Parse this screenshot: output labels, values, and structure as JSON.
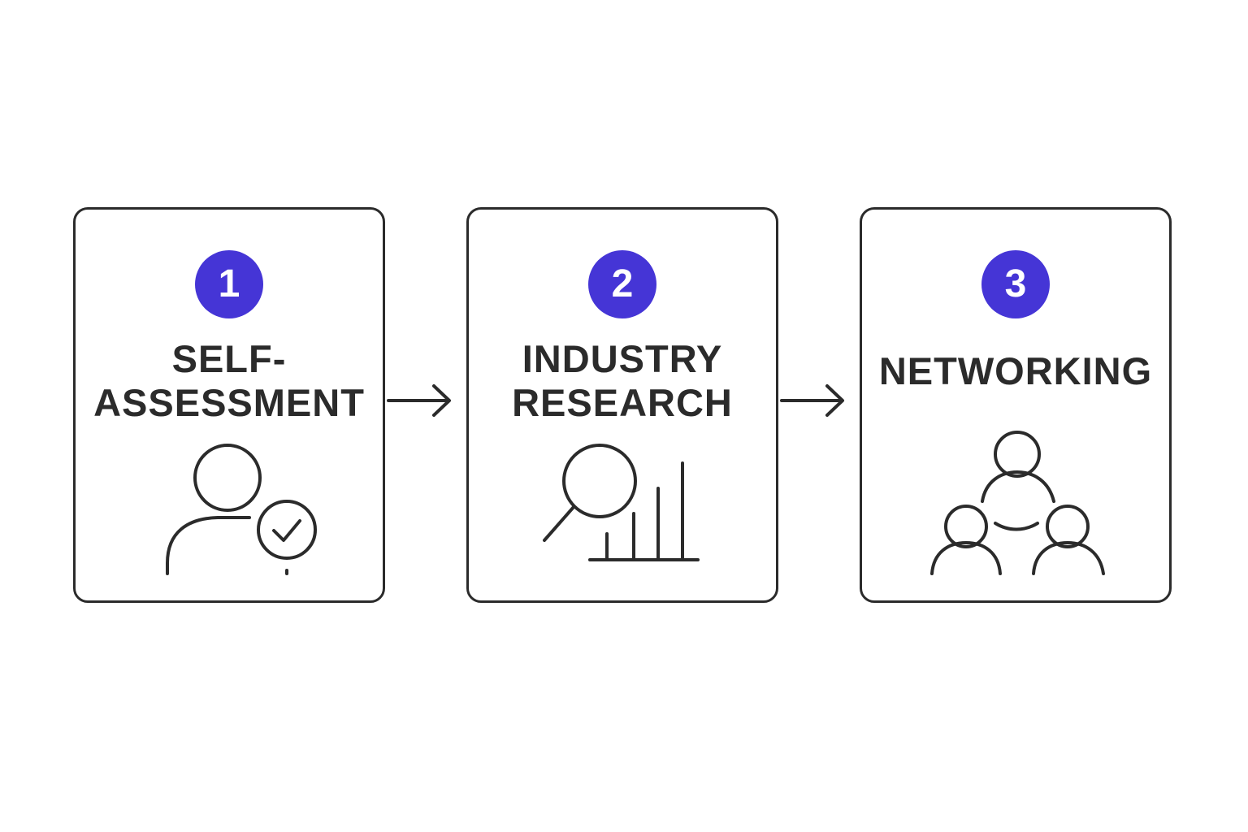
{
  "colors": {
    "badge": "#4535d6",
    "stroke": "#2b2b2b",
    "background": "#ffffff"
  },
  "steps": [
    {
      "number": "1",
      "title_lines": [
        "SELF-",
        "ASSESSMENT"
      ],
      "icon": "person-check-icon"
    },
    {
      "number": "2",
      "title_lines": [
        "INDUSTRY",
        "RESEARCH"
      ],
      "icon": "magnifier-bar-chart-icon"
    },
    {
      "number": "3",
      "title_lines": [
        "NETWORKING"
      ],
      "icon": "people-network-icon"
    }
  ],
  "connectors": [
    {
      "icon": "arrow-right-icon"
    },
    {
      "icon": "arrow-right-icon"
    }
  ]
}
